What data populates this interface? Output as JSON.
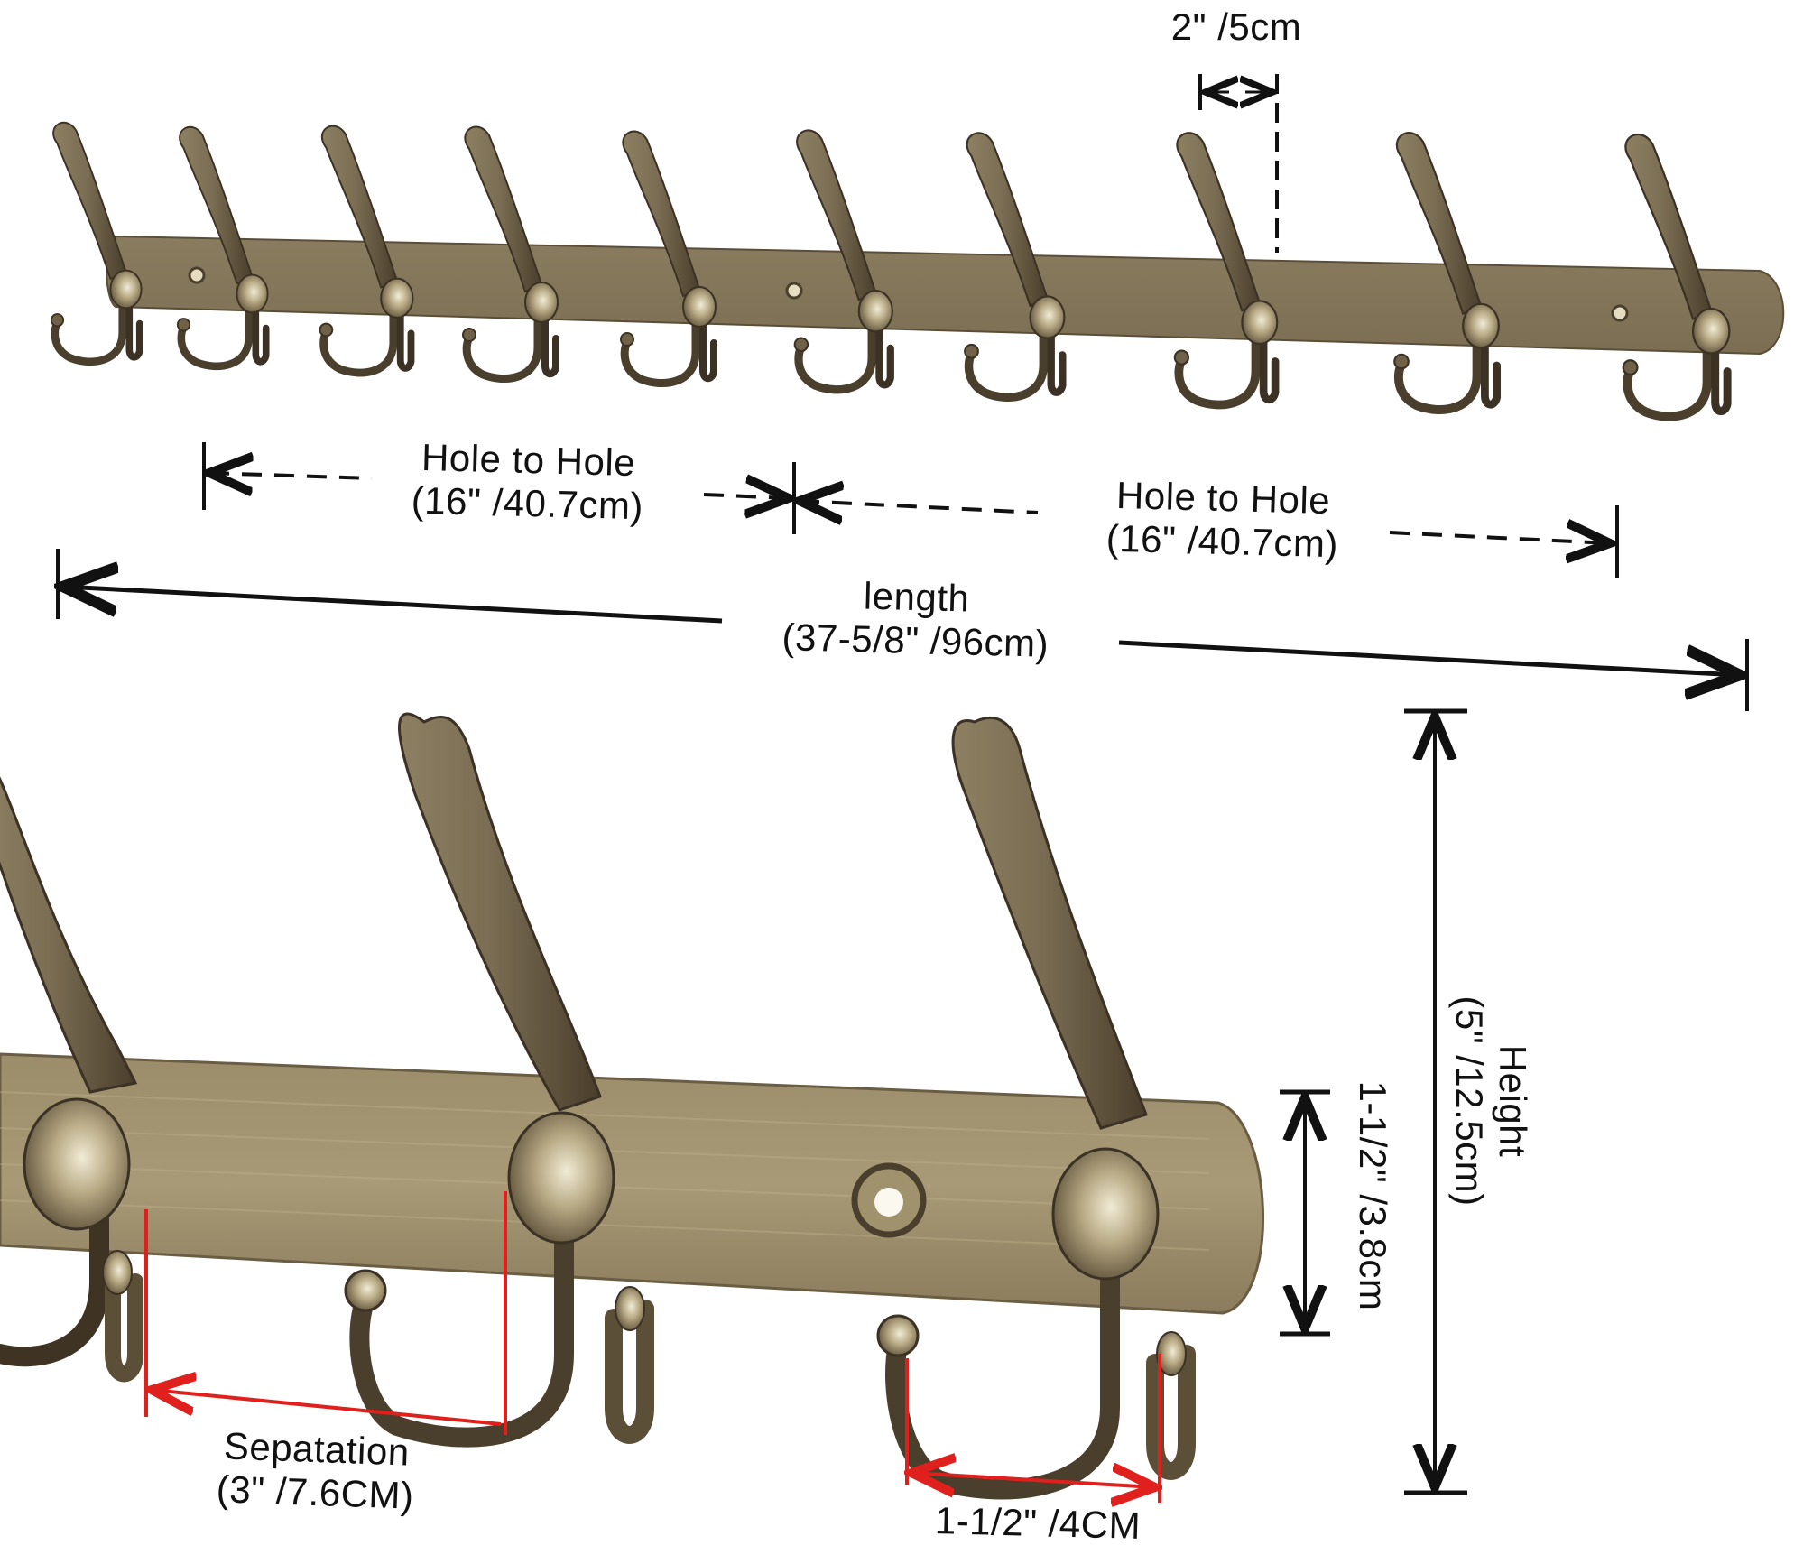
{
  "diagram": {
    "subject": "Wall-mounted coat rack with 10 triple hooks",
    "colors": {
      "background": "#ffffff",
      "rail": "#8f8262",
      "rail_light": "#b3a57f",
      "hook": "#6f6248",
      "hook_dark": "#3b3124",
      "knob_highlight": "#e9e2cc",
      "dimension_line": "#111111",
      "red_marker": "#e0201c"
    },
    "top_view": {
      "hook_count": 10,
      "mounting_hole_count": 3
    },
    "detail_view": {
      "hook_count": 3,
      "mounting_hole_count": 1
    }
  },
  "labels": {
    "hook_gap": {
      "line1": "2\" /5cm"
    },
    "hole_to_hole_left": {
      "line1": "Hole to Hole",
      "line2": "(16\" /40.7cm)"
    },
    "hole_to_hole_right": {
      "line1": "Hole to Hole",
      "line2": "(16\" /40.7cm)"
    },
    "length": {
      "line1": "length",
      "line2": "(37-5/8\" /96cm)"
    },
    "height": {
      "line1": "Height",
      "line2": "(5\" /12.5cm)"
    },
    "rail_height": {
      "line1": "1-1/2\" /3.8cm"
    },
    "separation": {
      "line1": "Sepatation",
      "line2": "(3\" /7.6CM)"
    },
    "hook_depth": {
      "line1": "1-1/2\" /4CM"
    }
  }
}
